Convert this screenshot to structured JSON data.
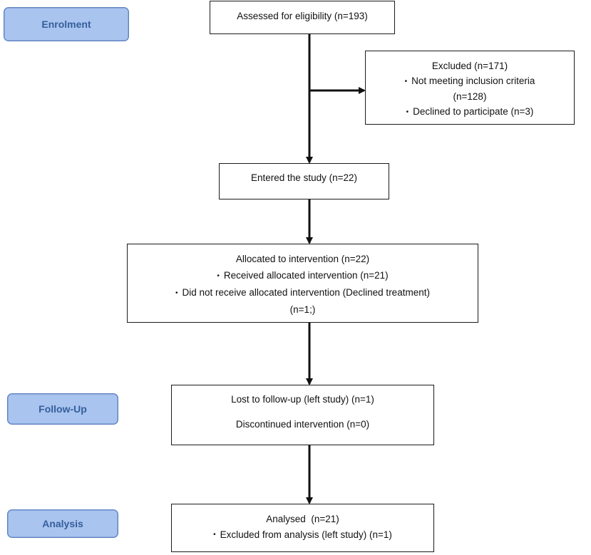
{
  "stages": {
    "enrolment": "Enrolment",
    "follow_up": "Follow-Up",
    "analysis": "Analysis"
  },
  "boxes": {
    "assessed": "Assessed for eligibility (n=193)",
    "excluded": {
      "title": "Excluded (n=171)",
      "item1": "Not meeting inclusion criteria",
      "item1_count": "(n=128)",
      "item2": "Declined to participate (n=3)"
    },
    "entered": "Entered the study (n=22)",
    "allocated": {
      "title": "Allocated to intervention (n=22)",
      "item1": "Received allocated intervention (n=21)",
      "item2": "Did not receive allocated intervention (Declined treatment)",
      "item2_count": "(n=1;)"
    },
    "followup": {
      "lost": "Lost to follow-up (left study) (n=1)",
      "discontinued": "Discontinued intervention (n=0)"
    },
    "analysed": {
      "title": "Analysed  (n=21)",
      "item1": "Excluded from analysis (left study) (n=1)"
    }
  },
  "colors": {
    "stage_fill": "#a9c4ef",
    "stage_border": "#5b7fbf",
    "stage_text": "#355f9c",
    "box_border": "#1a1a1a"
  }
}
